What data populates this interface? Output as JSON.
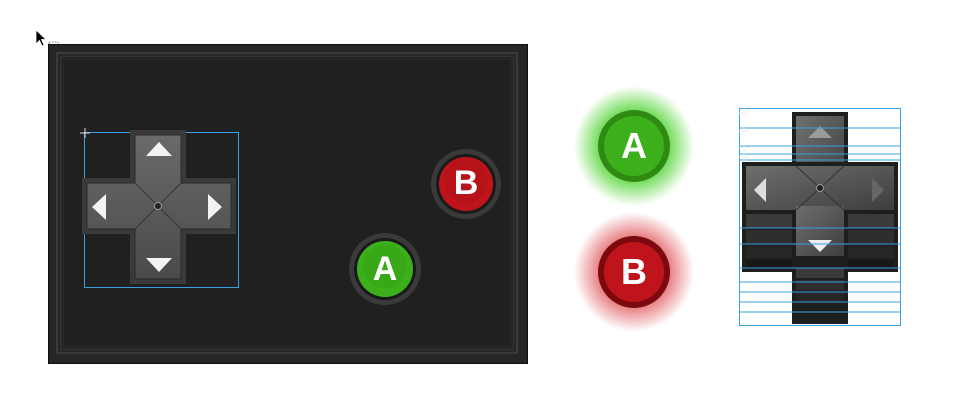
{
  "controls": {
    "button_a": {
      "label": "A",
      "color": "#3cb01a"
    },
    "button_b": {
      "label": "B",
      "color": "#c0141c"
    }
  },
  "glow_buttons": {
    "a": {
      "label": "A",
      "glow": "#4ad22a"
    },
    "b": {
      "label": "B",
      "glow": "#d83036"
    }
  },
  "colors": {
    "panel_bg": "#222222",
    "dpad_gray": "#5a5a5a",
    "selection": "#3aa0e0"
  },
  "icons": [
    "cursor-arrow-icon",
    "dpad-up-arrow-icon",
    "dpad-down-arrow-icon",
    "dpad-left-arrow-icon",
    "dpad-right-arrow-icon",
    "guide-cross-icon"
  ]
}
